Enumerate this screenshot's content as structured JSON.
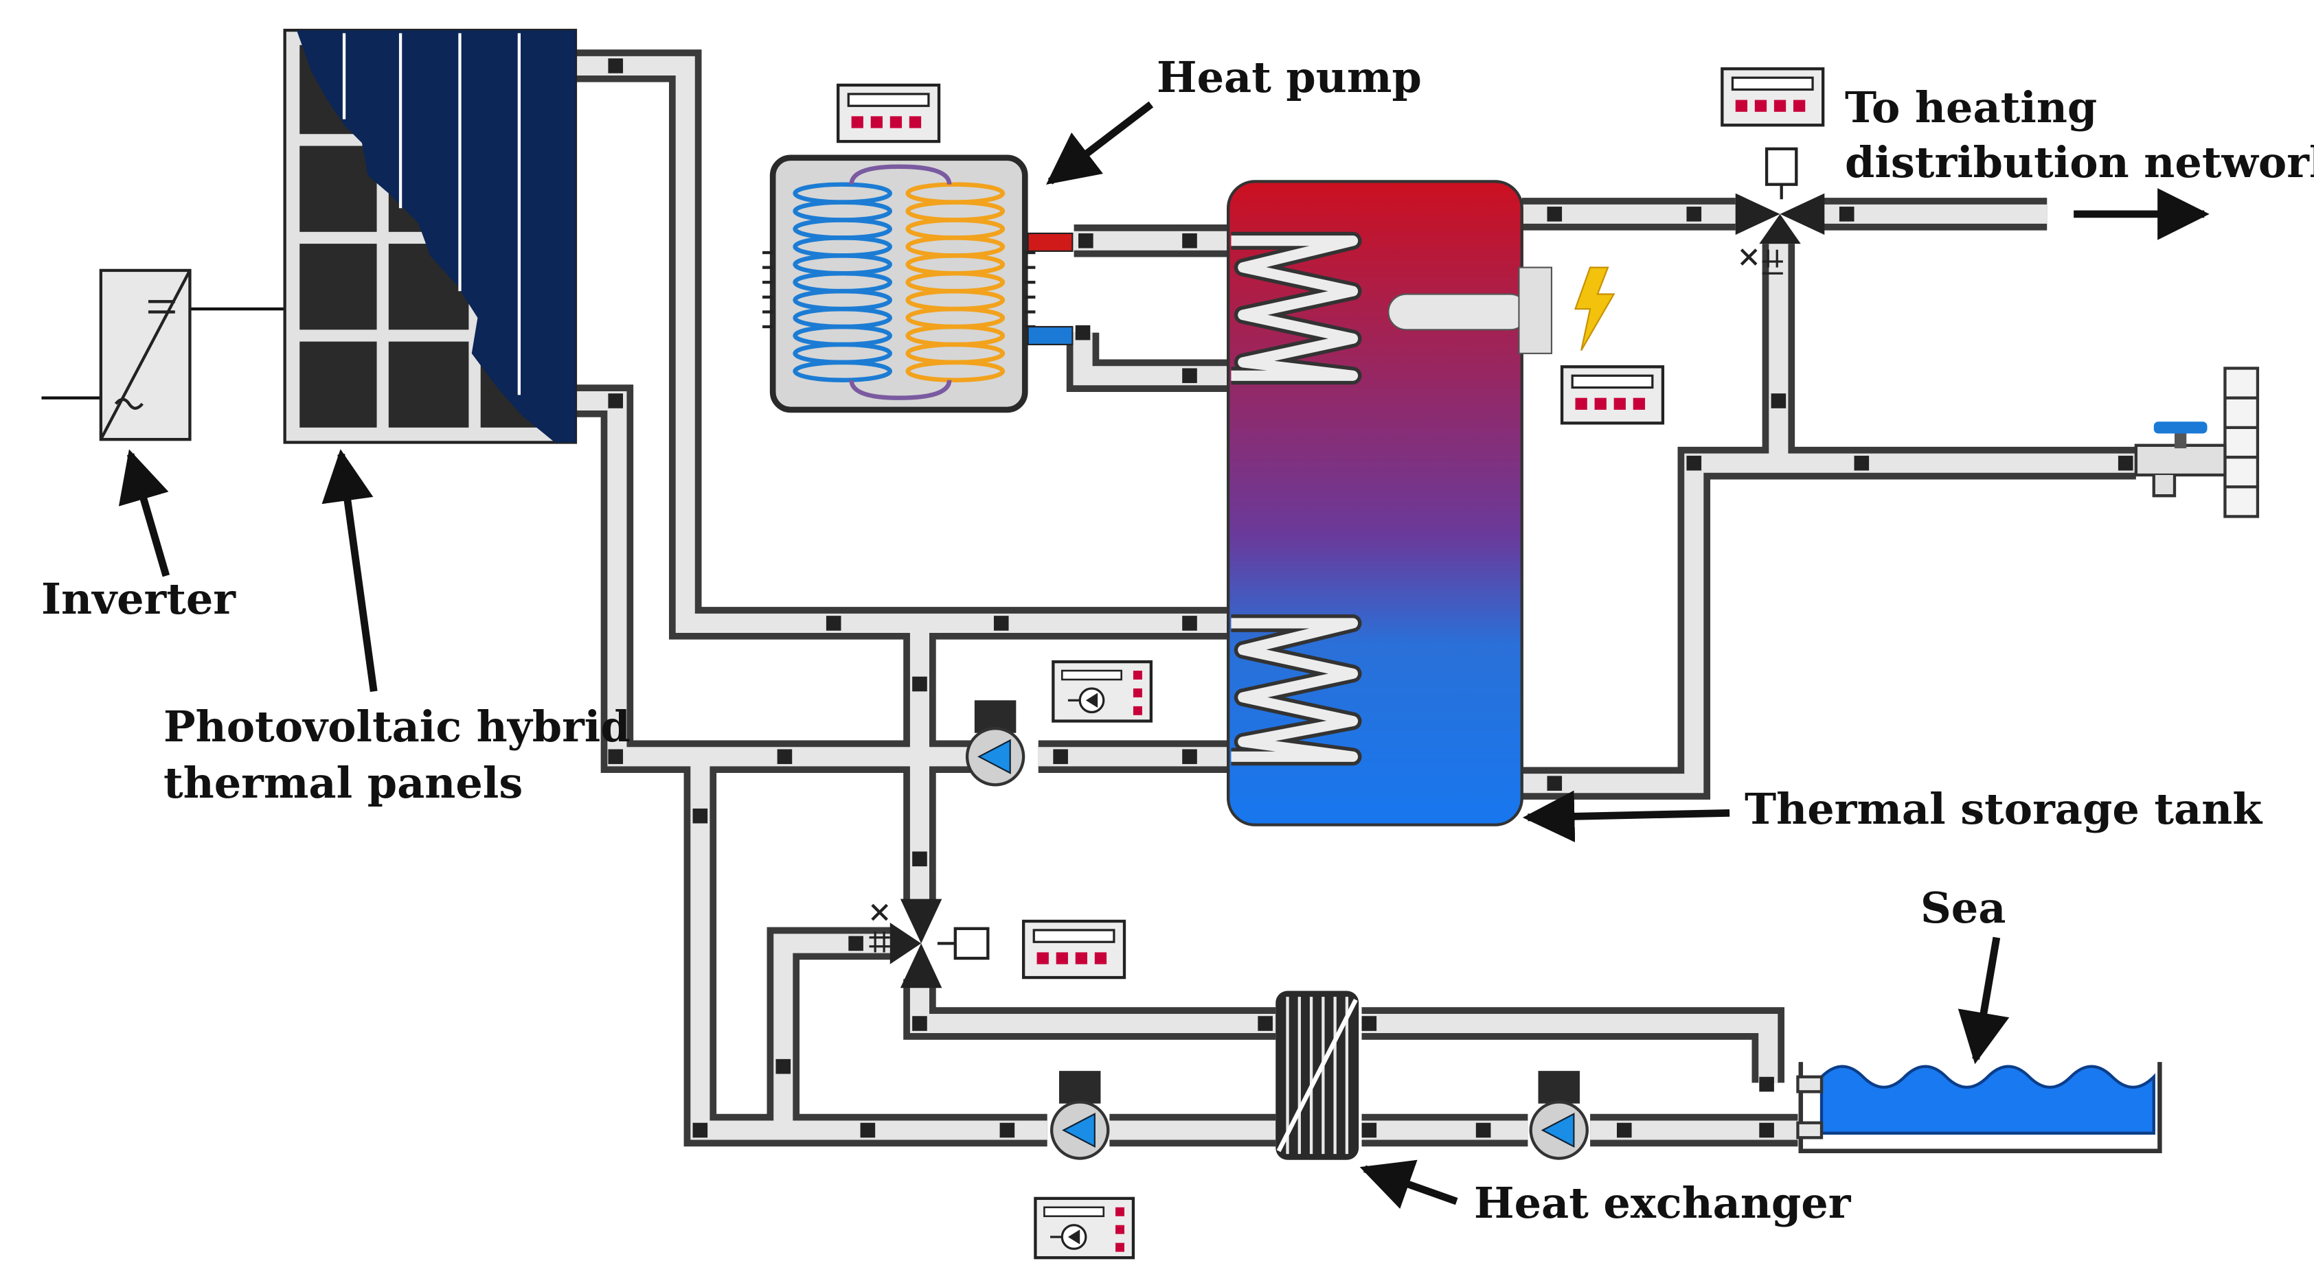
{
  "labels": {
    "inverter": "Inverter",
    "pv_panels_line1": "Photovoltaic hybrid",
    "pv_panels_line2": "thermal panels",
    "heat_pump": "Heat pump",
    "heating_network_line1": "To heating",
    "heating_network_line2": "distribution network",
    "storage_tank": "Thermal storage tank",
    "sea": "Sea",
    "heat_exchanger": "Heat exchanger"
  },
  "colors": {
    "tank_hot": "#cc1020",
    "tank_cold": "#1877ee",
    "panel": "#0b2657",
    "pump_blue": "#1a8ee6",
    "sea_water": "#1979f0",
    "coil_cold": "#1c7cd4",
    "coil_hot": "#f2a21c",
    "controller_key": "#c8003a"
  },
  "icons": {
    "inverter": "inverter-icon",
    "heating_element": "lightning-bolt-icon",
    "circulation_pump": "circulator-pump-icon",
    "mixing_valve": "three-way-valve-icon",
    "controller": "controller-display-icon",
    "tap": "water-tap-icon"
  }
}
